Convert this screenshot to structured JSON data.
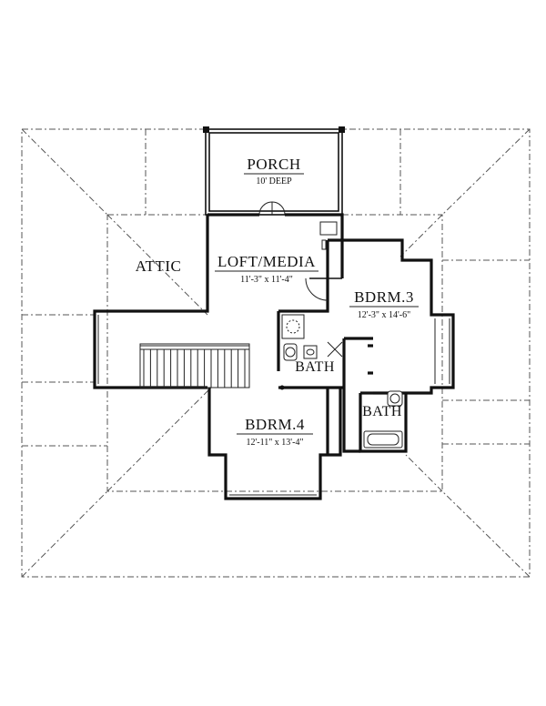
{
  "rooms": {
    "porch": {
      "name": "PORCH",
      "dim": "10' DEEP"
    },
    "attic": {
      "name": "ATTIC"
    },
    "loft": {
      "name": "LOFT/MEDIA",
      "dim": "11'-3\" x 11'-4\""
    },
    "bdrm3": {
      "name": "BDRM.3",
      "dim": "12'-3\" x 14'-6\""
    },
    "bath_center": {
      "name": "BATH"
    },
    "bath_right": {
      "name": "BATH"
    },
    "bdrm4": {
      "name": "BDRM.4",
      "dim": "12'-11\" x 13'-4\""
    }
  },
  "colors": {
    "wall": "#111111",
    "roof_line": "#555555",
    "background": "#ffffff"
  }
}
